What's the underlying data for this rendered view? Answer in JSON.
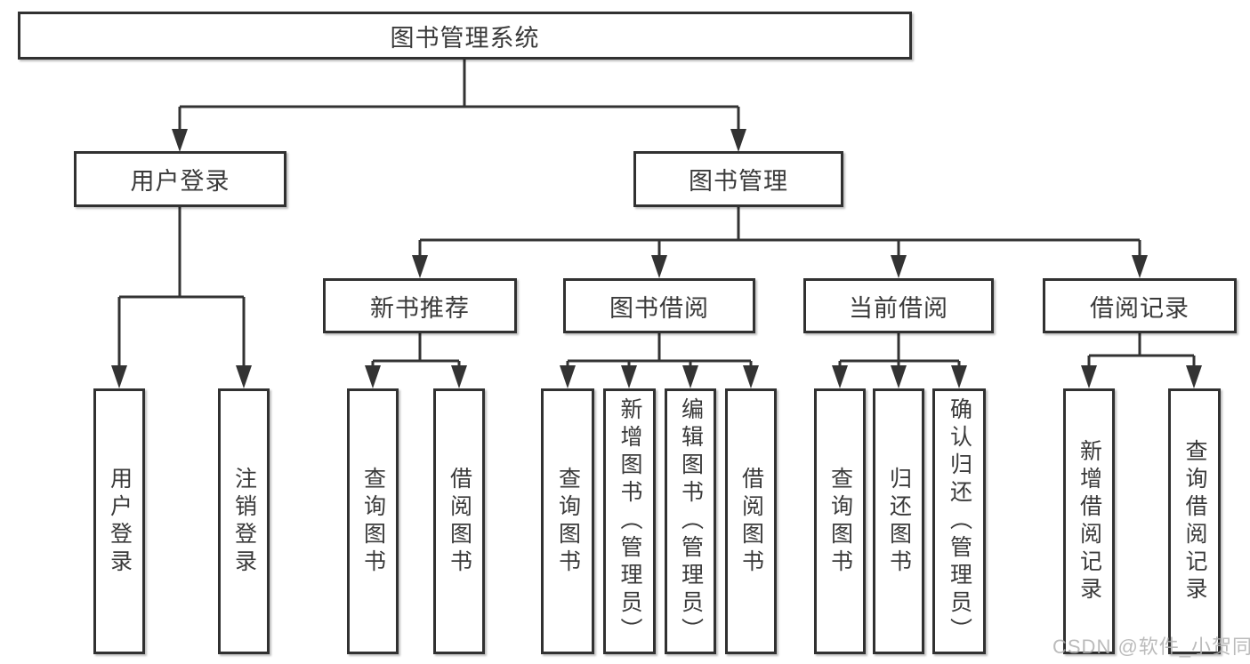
{
  "diagram": {
    "root": {
      "label": "图书管理系统"
    },
    "branches": [
      {
        "label": "用户登录",
        "children": [
          {
            "label": "用户登录"
          },
          {
            "label": "注销登录"
          }
        ]
      },
      {
        "label": "图书管理",
        "modules": [
          {
            "label": "新书推荐",
            "children": [
              {
                "label": "查询图书"
              },
              {
                "label": "借阅图书"
              }
            ]
          },
          {
            "label": "图书借阅",
            "children": [
              {
                "label": "查询图书"
              },
              {
                "label": "新增图书（管理员）"
              },
              {
                "label": "编辑图书（管理员）"
              },
              {
                "label": "借阅图书"
              }
            ]
          },
          {
            "label": "当前借阅",
            "children": [
              {
                "label": "查询图书"
              },
              {
                "label": "归还图书"
              },
              {
                "label": "确认归还（管理员）"
              }
            ]
          },
          {
            "label": "借阅记录",
            "children": [
              {
                "label": "新增借阅记录"
              },
              {
                "label": "查询借阅记录"
              }
            ]
          }
        ]
      }
    ]
  },
  "watermark": {
    "text": "CSDN @软件_小贺同学"
  },
  "colors": {
    "line": "#333333",
    "box_border": "#313131",
    "box_fill": "#ffffff",
    "text": "#3a3a3a",
    "watermark": "#b0b0b0",
    "background": "#ffffff"
  }
}
